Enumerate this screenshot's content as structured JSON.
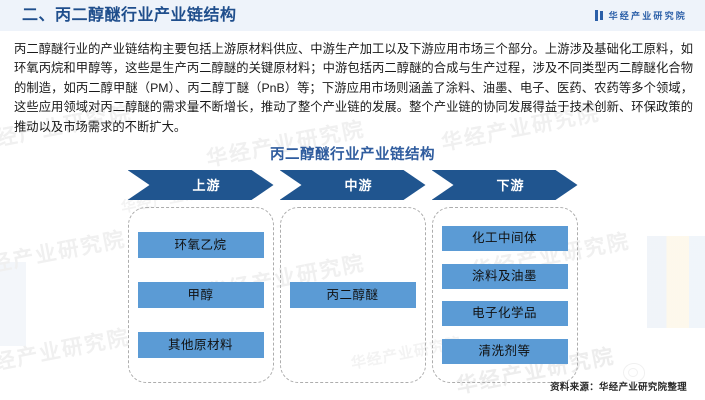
{
  "header": {
    "title": "二、丙二醇醚行业产业链结构",
    "brand": "华经产业研究院",
    "brand_icon": "bar-mark-icon"
  },
  "article": {
    "paragraph": "丙二醇醚行业的产业链结构主要包括上游原材料供应、中游生产加工以及下游应用市场三个部分。上游涉及基础化工原料，如环氧丙烷和甲醇等，这些是生产丙二醇醚的关键原材料；中游包括丙二醇醚的合成与生产过程，涉及不同类型丙二醇醚化合物的制造，如丙二醇甲醚（PM）、丙二醇丁醚（PnB）等；下游应用市场则涵盖了涂料、油墨、电子、医药、农药等多个领域，这些应用领域对丙二醇醚的需求量不断增长，推动了整个产业链的发展。整个产业链的协同发展得益于技术创新、环保政策的推动以及市场需求的不断扩大。"
  },
  "figure": {
    "title": "丙二醇醚行业产业链结构",
    "stages": [
      {
        "label": "上游",
        "nodes": [
          "环氧乙烷",
          "甲醇",
          "其他原材料"
        ]
      },
      {
        "label": "中游",
        "nodes": [
          "丙二醇醚"
        ]
      },
      {
        "label": "下游",
        "nodes": [
          "化工中间体",
          "涂料及油墨",
          "电子化学品",
          "清洗剂等"
        ]
      }
    ]
  },
  "footer": {
    "source": "资料来源：华经产业研究院整理"
  },
  "watermark": {
    "text": "华经产业研究院",
    "sub_text": "华经产业研究院"
  },
  "colors": {
    "header_bg": "#eef3fa",
    "title_blue": "#1f4e8c",
    "chevron_blue": "#20558f",
    "node_blue": "#5b9bd5",
    "figure_title_blue": "#2f5c9e",
    "panel_dash": "#adadad"
  }
}
